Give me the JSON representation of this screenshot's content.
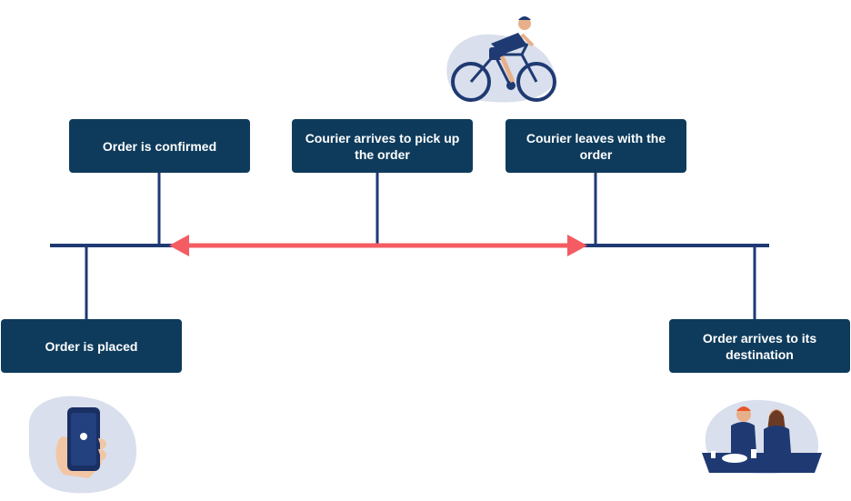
{
  "timeline": {
    "steps": [
      {
        "label": "Order is confirmed"
      },
      {
        "label": "Courier arrives to pick up the order"
      },
      {
        "label": "Courier leaves with the order"
      },
      {
        "label": "Order is placed"
      },
      {
        "label": "Order arrives to its destination"
      }
    ]
  },
  "colors": {
    "box": "#0e3b5c",
    "axis": "#1f3a73",
    "arrow": "#f45b63",
    "blob": "#d9dfec"
  },
  "illustrations": {
    "top": "cyclist-courier-icon",
    "bottom_left": "phone-in-hand-icon",
    "bottom_right": "couple-dining-icon"
  }
}
